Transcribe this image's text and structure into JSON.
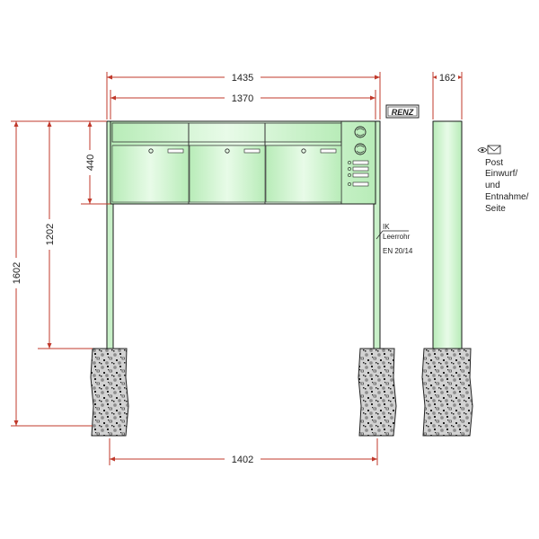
{
  "dimensions": {
    "overall_width": "1435",
    "box_width": "1370",
    "depth": "162",
    "box_height": "440",
    "post_height_to_box_bottom": "1202",
    "total_height": "1602",
    "post_spacing": "1402"
  },
  "brand": "RENZ",
  "conduit_note": {
    "line1": "IK",
    "line2": "Leerrohr",
    "line3": "EN 20/14"
  },
  "side_note": {
    "line1": "Post",
    "line2": "Einwurf/",
    "line3": "und",
    "line4": "Entnahme/",
    "line5": "Seite"
  },
  "icons": [
    "eye-icon",
    "envelope-icon"
  ],
  "colors": {
    "dimension": "#c0392b",
    "box_fill": "#c8f0c8",
    "box_highlight": "#e6fbe6",
    "concrete": "#cfcfcf"
  }
}
